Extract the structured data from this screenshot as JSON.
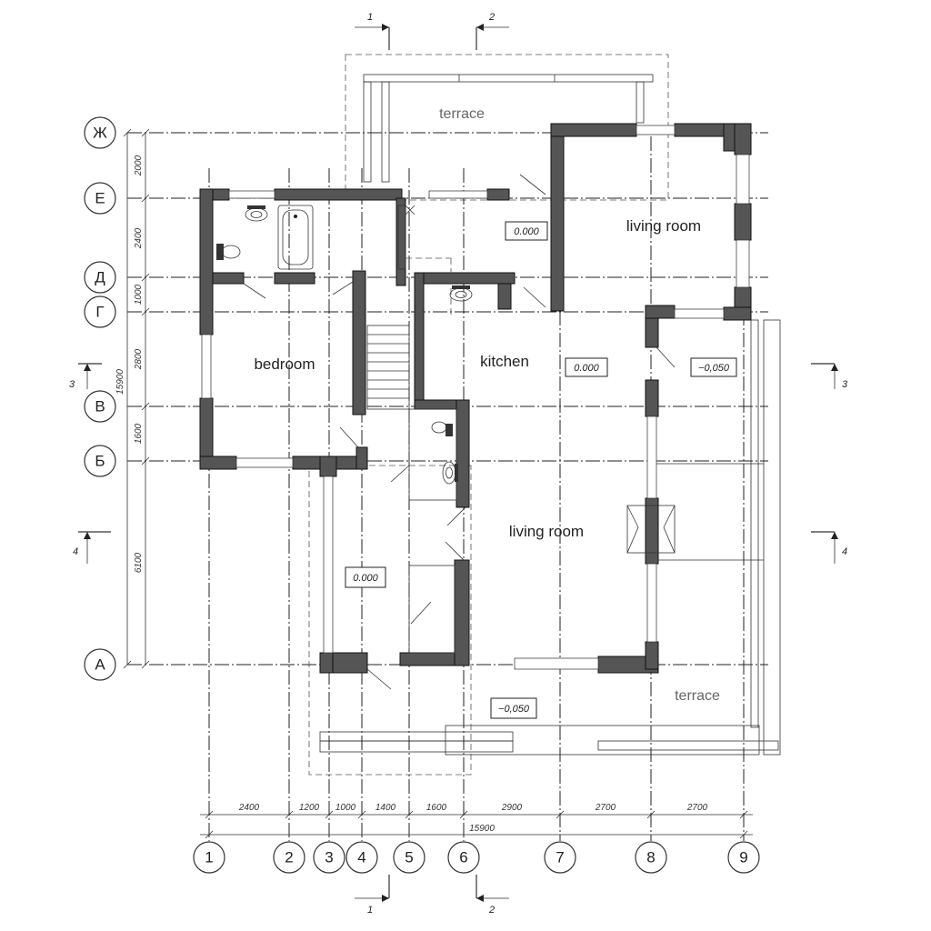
{
  "rooms": {
    "bedroom": "bedroom",
    "kitchen": "kitchen",
    "living_room_top": "living room",
    "living_room_main": "living room",
    "terrace_top": "terrace",
    "terrace_bottom": "terrace"
  },
  "levels": [
    "0.000",
    "0.000",
    "0.000",
    "−0,050",
    "−0,050"
  ],
  "row_axes": [
    "Ж",
    "Е",
    "Д",
    "Г",
    "В",
    "Б",
    "А"
  ],
  "col_axes": [
    "1",
    "2",
    "3",
    "4",
    "5",
    "6",
    "7",
    "8",
    "9"
  ],
  "col_dims": [
    "2400",
    "1200",
    "1000",
    "1400",
    "1600",
    "2900",
    "2700",
    "2700"
  ],
  "col_total": "15900",
  "row_dims": [
    "2000",
    "2400",
    "1000",
    "2800",
    "1600",
    "6100"
  ],
  "row_total": "15900",
  "section_marks": [
    "1",
    "2",
    "1",
    "2",
    "3",
    "3",
    "4",
    "4"
  ]
}
